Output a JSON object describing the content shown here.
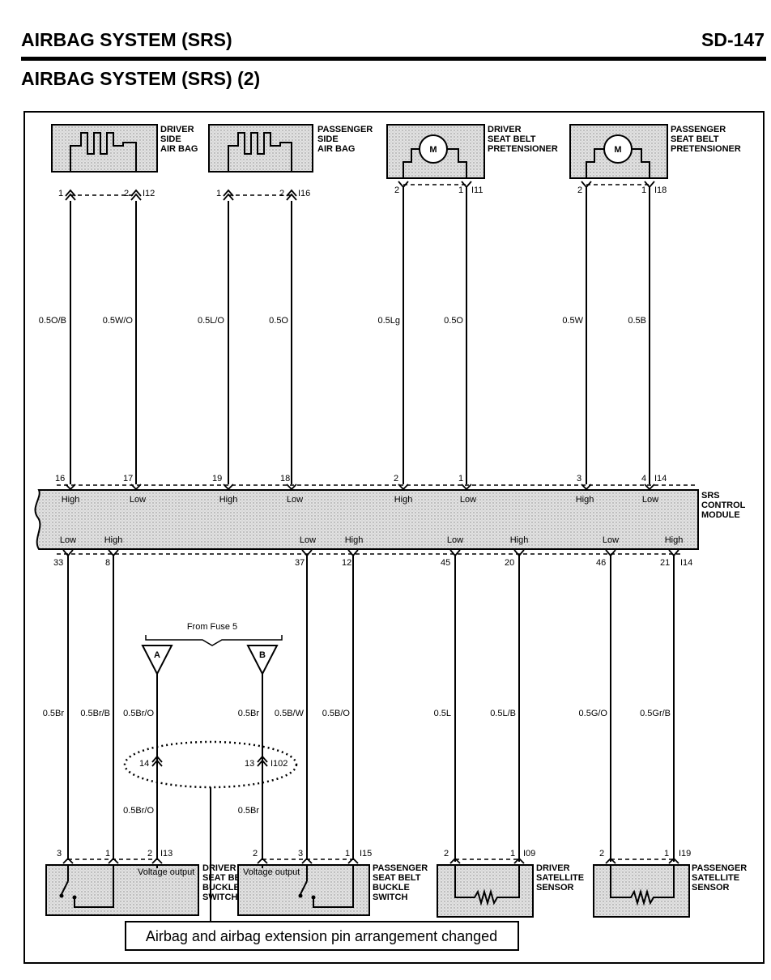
{
  "header": {
    "title": "AIRBAG SYSTEM (SRS)",
    "page": "SD-147",
    "subtitle": "AIRBAG SYSTEM (SRS) (2)"
  },
  "top_components": [
    {
      "name": "driver-side-air-bag",
      "lines": [
        "DRIVER",
        "SIDE",
        "AIR BAG"
      ],
      "connector": "I12",
      "pins": [
        "1",
        "2"
      ],
      "wires": [
        "0.5O/B",
        "0.5W/O"
      ],
      "module_pins": [
        "16",
        "17"
      ],
      "levels": [
        "High",
        "Low"
      ]
    },
    {
      "name": "passenger-side-air-bag",
      "lines": [
        "PASSENGER",
        "SIDE",
        "AIR BAG"
      ],
      "connector": "I16",
      "pins": [
        "1",
        "2"
      ],
      "wires": [
        "0.5L/O",
        "0.5O"
      ],
      "module_pins": [
        "19",
        "18"
      ],
      "levels": [
        "High",
        "Low"
      ]
    },
    {
      "name": "driver-seat-belt-pretensioner",
      "lines": [
        "DRIVER",
        "SEAT BELT",
        "PRETENSIONER"
      ],
      "connector": "I11",
      "pins": [
        "2",
        "1"
      ],
      "wires": [
        "0.5Lg",
        "0.5O"
      ],
      "module_pins": [
        "2",
        "1"
      ],
      "levels": [
        "High",
        "Low"
      ],
      "motor": "M"
    },
    {
      "name": "passenger-seat-belt-pretensioner",
      "lines": [
        "PASSENGER",
        "SEAT BELT",
        "PRETENSIONER"
      ],
      "connector": "I18",
      "pins": [
        "2",
        "1"
      ],
      "wires": [
        "0.5W",
        "0.5B"
      ],
      "module_pins": [
        "3",
        "4"
      ],
      "levels": [
        "High",
        "Low"
      ],
      "motor": "M"
    }
  ],
  "module": {
    "lines": [
      "SRS",
      "CONTROL",
      "MODULE"
    ],
    "connector_top": "I14",
    "connector_bottom": "I14"
  },
  "bottom_wires": [
    {
      "module_pin": "33",
      "level": "Low",
      "wire": "0.5Br"
    },
    {
      "module_pin": "8",
      "level": "High",
      "wire": "0.5Br/B"
    },
    {
      "module_pin": "37",
      "level": "Low",
      "wire": "0.5B/W"
    },
    {
      "module_pin": "12",
      "level": "High",
      "wire": "0.5B/O"
    },
    {
      "module_pin": "45",
      "level": "Low",
      "wire": "0.5L"
    },
    {
      "module_pin": "20",
      "level": "High",
      "wire": "0.5L/B"
    },
    {
      "module_pin": "46",
      "level": "Low",
      "wire": "0.5G/O"
    },
    {
      "module_pin": "21",
      "level": "High",
      "wire": "0.5Gr/B"
    }
  ],
  "fuse": {
    "label": "From Fuse 5",
    "a": "A",
    "b": "B",
    "wire_a_upper": "0.5Br/O",
    "wire_b_upper": "0.5Br",
    "wire_a_lower": "0.5Br/O",
    "wire_b_lower": "0.5Br",
    "connector": "I102",
    "pin_a": "14",
    "pin_b": "13"
  },
  "bottom_components": [
    {
      "name": "driver-seat-belt-buckle-switch",
      "lines": [
        "DRIVER",
        "SEAT BELT",
        "BUCKLE",
        "SWITCH"
      ],
      "connector": "I13",
      "pins": [
        "3",
        "1",
        "2"
      ],
      "note": "Voltage output"
    },
    {
      "name": "passenger-seat-belt-buckle-switch",
      "lines": [
        "PASSENGER",
        "SEAT BELT",
        "BUCKLE",
        "SWITCH"
      ],
      "connector": "I15",
      "pins": [
        "2",
        "3",
        "1"
      ],
      "note": "Voltage output"
    },
    {
      "name": "driver-satellite-sensor",
      "lines": [
        "DRIVER",
        "SATELLITE",
        "SENSOR"
      ],
      "connector": "I09",
      "pins": [
        "2",
        "1"
      ]
    },
    {
      "name": "passenger-satellite-sensor",
      "lines": [
        "PASSENGER",
        "SATELLITE",
        "SENSOR"
      ],
      "connector": "I19",
      "pins": [
        "2",
        "1"
      ]
    }
  ],
  "callout": "Airbag and airbag extension pin arrangement changed"
}
